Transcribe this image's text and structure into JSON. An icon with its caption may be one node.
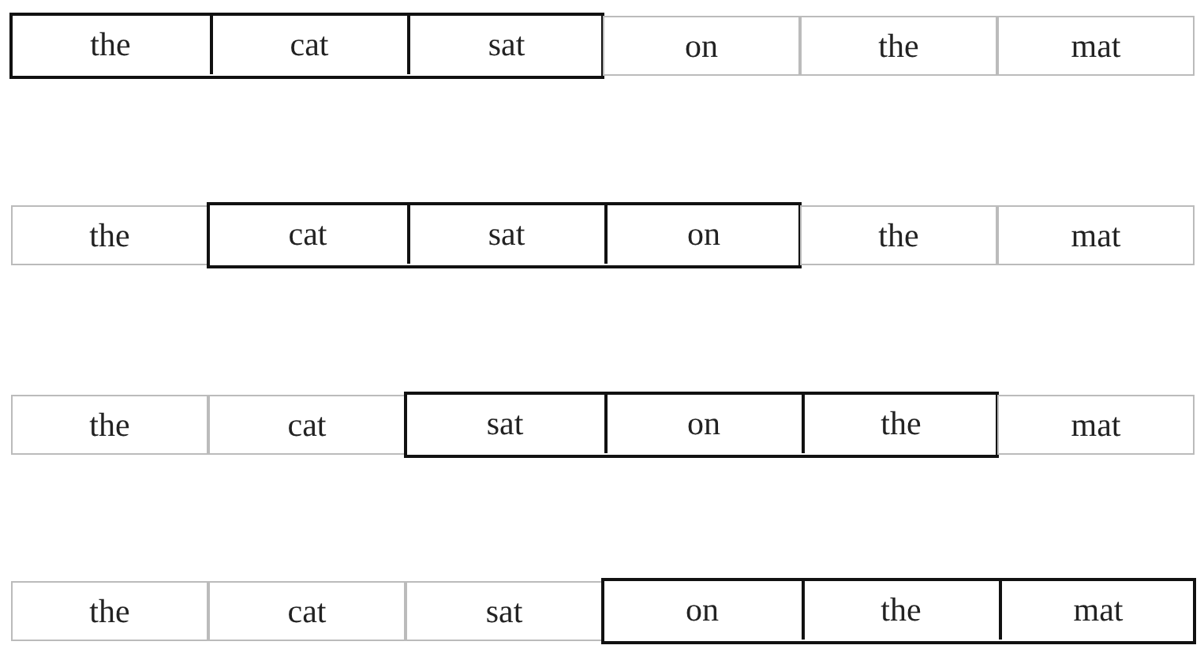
{
  "diagram": {
    "nodes": [
      {
        "text": [],
        "shape": "box"
      },
      {
        "text": [
          "the"
        ],
        "in": 0
      },
      {
        "text": [
          "cat"
        ],
        "in": 0
      },
      {
        "text": [
          "sat"
        ],
        "in": 0
      },
      {
        "text": [
          "on"
        ]
      },
      {
        "text": [
          "the"
        ]
      },
      {
        "text": [
          "mat"
        ]
      },
      {
        "text": [
          "the"
        ]
      },
      {
        "text": [],
        "shape": "box"
      },
      {
        "text": [
          "cat"
        ],
        "in": 8
      },
      {
        "text": [
          "sat"
        ],
        "in": 8
      },
      {
        "text": [
          "on"
        ],
        "in": 8
      },
      {
        "text": [
          "the"
        ]
      },
      {
        "text": [
          "mat"
        ]
      },
      {
        "text": [
          "the"
        ]
      },
      {
        "text": [
          "cat"
        ]
      },
      {
        "text": [],
        "shape": "box"
      },
      {
        "text": [
          "sat"
        ],
        "in": 16
      },
      {
        "text": [
          "on"
        ],
        "in": 16
      },
      {
        "text": [
          "the"
        ],
        "in": 16
      },
      {
        "text": [
          "mat"
        ]
      },
      {
        "text": [
          "the"
        ]
      },
      {
        "text": [
          "cat"
        ]
      },
      {
        "text": [
          "sat"
        ]
      },
      {
        "text": [],
        "shape": "box"
      },
      {
        "text": [
          "on"
        ],
        "in": 24
      },
      {
        "text": [
          "the"
        ],
        "in": 24
      },
      {
        "text": [
          "mat"
        ],
        "in": 24
      }
    ],
    "edges": []
  }
}
